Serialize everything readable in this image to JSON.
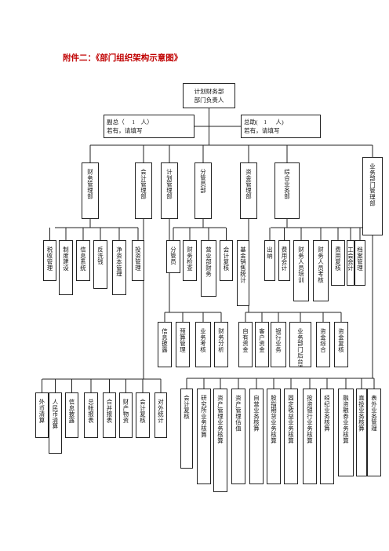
{
  "title": "附件二：《部门组织架构示意图》",
  "top": {
    "lines": [
      "计划财务部",
      "部门负责人"
    ]
  },
  "deputies": [
    {
      "lines": [
        "副总（     1    人）",
        "若有，请填写"
      ]
    },
    {
      "lines": [
        "总助(    1      人)",
        "若有，请填写"
      ]
    }
  ],
  "l2": [
    "财务管理部",
    "会计管理部",
    "计划管理部",
    "分管员部",
    "资金管理部",
    "综合业务部",
    "业务部门管理部"
  ],
  "row3": [
    "税收管理",
    "制度建设",
    "信息系统",
    "反洗钱",
    "净资本管理",
    "投资管理",
    "分管员",
    "财务检查",
    "营业部财务",
    "会计复核",
    "基金销售统计",
    "出纳",
    "费用会计",
    "财务人员培训",
    "财务人员考核",
    "费用复核",
    "工会会计",
    "档案管理"
  ],
  "row4": [
    "信息披露",
    "预算管理",
    "业务考核",
    "财务分析",
    "自有资金",
    "客户资金",
    "银行业务",
    "业务部门后台清算",
    "资金综合",
    "资金复核"
  ],
  "row5": [
    "外币清算",
    "人民币清算",
    "信息披露",
    "总帐报表",
    "合并报表",
    "财产物资",
    "会计复核",
    "对外统计"
  ],
  "row6": [
    "会计复核",
    "研究所业务核算",
    "资产管理业务核算",
    "资产管理估值",
    "自营业务核算",
    "股指期货业务核算",
    "固定收益业务核算",
    "投资银行业务核算",
    "经纪业务核算",
    "融资融券业务核算",
    "直投业务核算",
    "表外业务管理"
  ]
}
